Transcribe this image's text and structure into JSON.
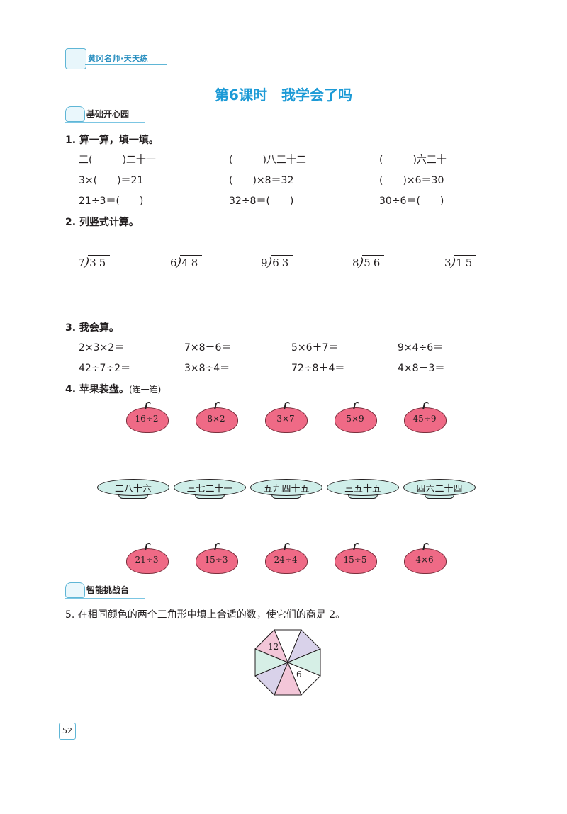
{
  "header": {
    "brand": "黄冈名师·天天练"
  },
  "title": "第6课时　我学会了吗",
  "sections": {
    "basic": "基础开心园",
    "challenge": "智能挑战台"
  },
  "q1": {
    "label": "1. 算一算，填一填。",
    "rows": [
      [
        "三(　　　)二十一",
        "(　　　)八三十二",
        "(　　　)六三十"
      ],
      [
        "3×(　　)＝21",
        "(　　)×8＝32",
        "(　　)×6＝30"
      ],
      [
        "21÷3＝(　　)",
        "32÷8＝(　　)",
        "30÷6＝(　　)"
      ]
    ]
  },
  "q2": {
    "label": "2. 列竖式计算。",
    "items": [
      {
        "divisor": "7",
        "dividend": "35"
      },
      {
        "divisor": "6",
        "dividend": "48"
      },
      {
        "divisor": "9",
        "dividend": "63"
      },
      {
        "divisor": "8",
        "dividend": "56"
      },
      {
        "divisor": "3",
        "dividend": "15"
      }
    ]
  },
  "q3": {
    "label": "3. 我会算。",
    "rows": [
      [
        "2×3×2＝",
        "7×8－6＝",
        "5×6＋7＝",
        "9×4÷6＝"
      ],
      [
        "42÷7÷2＝",
        "3×8÷4＝",
        "72÷8＋4＝",
        "4×8－3＝"
      ]
    ]
  },
  "q4": {
    "label": "4. 苹果装盘。",
    "note": "(连一连)",
    "top_apples": [
      "16÷2",
      "8×2",
      "3×7",
      "5×9",
      "45÷9"
    ],
    "plates": [
      "二八十六",
      "三七二十一",
      "五九四十五",
      "三五十五",
      "四六二十四"
    ],
    "bottom_apples": [
      "21÷3",
      "15÷3",
      "24÷4",
      "15÷5",
      "4×6"
    ]
  },
  "q5": {
    "label": "5. 在相同颜色的两个三角形中填上合适的数，使它们的商是 2。",
    "numbers": [
      "12",
      "6"
    ],
    "colors": {
      "pink": "#f3c6d8",
      "green": "#d6efe6",
      "purple": "#d9d2ea",
      "white": "#ffffff"
    }
  },
  "page_number": "52"
}
